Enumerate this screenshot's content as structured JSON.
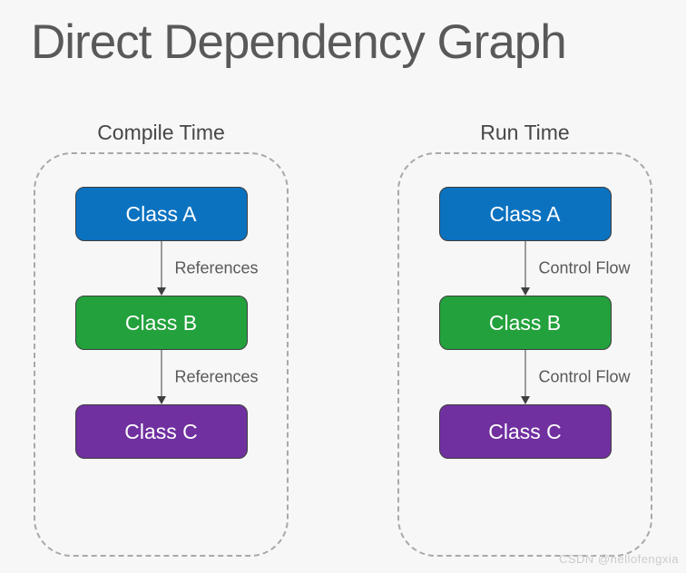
{
  "page": {
    "title": "Direct Dependency Graph",
    "watermark": "CSDN @hellofengxia"
  },
  "colors": {
    "background": "#f7f7f7",
    "title_text": "#595959",
    "panel_heading_text": "#474747",
    "edge_label_text": "#595959",
    "node_text": "#ffffff",
    "node_border": "#3f3f3f",
    "container_border_dashed": "#a9a9a9",
    "arrow": "#3f3f3f",
    "watermark_text": "#cccccc",
    "node_blue": "#0b72c0",
    "node_green": "#23a13c",
    "node_purple": "#7030a0"
  },
  "diagram": {
    "panels": [
      {
        "heading": "Compile Time",
        "nodes": [
          {
            "label": "Class A",
            "color": "#0b72c0"
          },
          {
            "label": "Class B",
            "color": "#23a13c"
          },
          {
            "label": "Class C",
            "color": "#7030a0"
          }
        ],
        "edges": [
          {
            "label": "References",
            "from": "Class A",
            "to": "Class B"
          },
          {
            "label": "References",
            "from": "Class B",
            "to": "Class C"
          }
        ]
      },
      {
        "heading": "Run Time",
        "nodes": [
          {
            "label": "Class A",
            "color": "#0b72c0"
          },
          {
            "label": "Class B",
            "color": "#23a13c"
          },
          {
            "label": "Class C",
            "color": "#7030a0"
          }
        ],
        "edges": [
          {
            "label": "Control Flow",
            "from": "Class A",
            "to": "Class B"
          },
          {
            "label": "Control Flow",
            "from": "Class B",
            "to": "Class C"
          }
        ]
      }
    ]
  }
}
